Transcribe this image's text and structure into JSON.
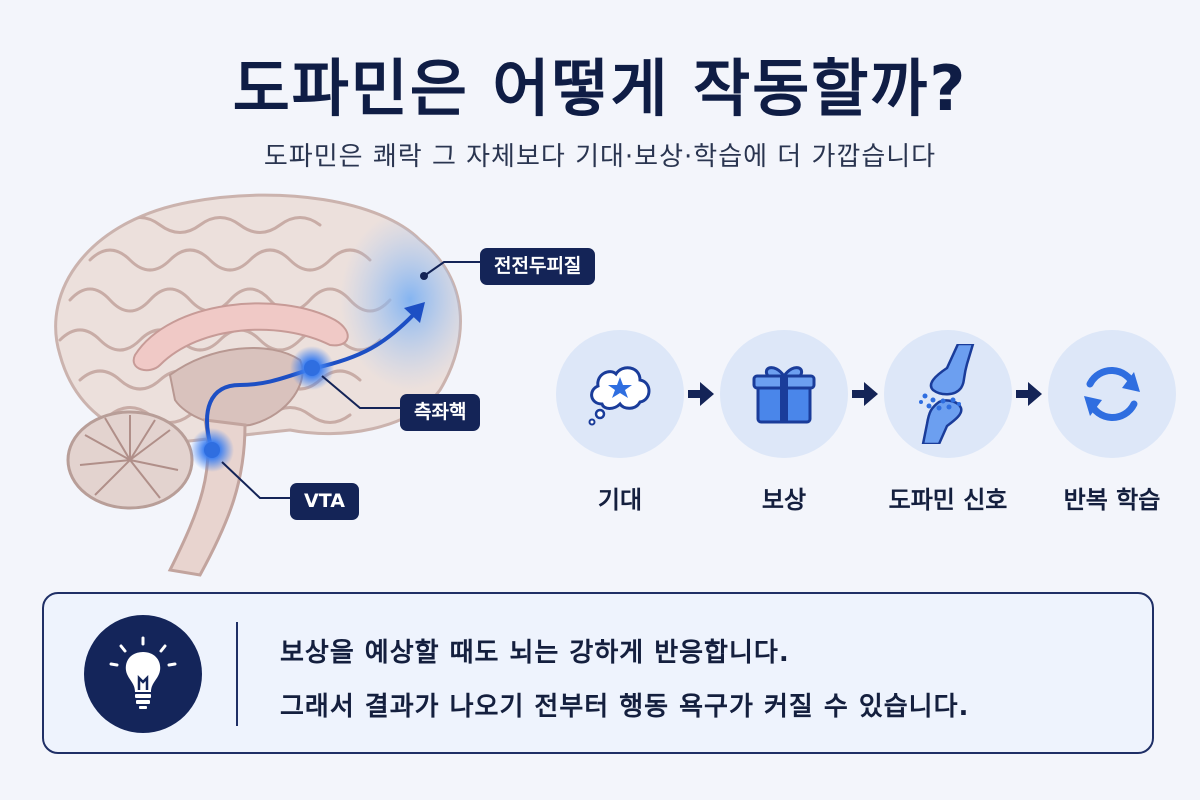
{
  "header": {
    "title": "도파민은 어떻게 작동할까?",
    "subtitle": "도파민은 쾌락 그 자체보다 기대·보상·학습에 더 가깝습니다"
  },
  "brain": {
    "labels": {
      "prefrontal": "전전두피질",
      "nucleus_accumbens": "측좌핵",
      "vta": "VTA"
    }
  },
  "flow": {
    "steps": [
      {
        "label": "기대",
        "icon": "thought-star-icon"
      },
      {
        "label": "보상",
        "icon": "gift-icon"
      },
      {
        "label": "도파민 신호",
        "icon": "synapse-icon"
      },
      {
        "label": "반복 학습",
        "icon": "cycle-arrows-icon"
      }
    ]
  },
  "tip": {
    "icon": "lightbulb-icon",
    "line1": "보상을 예상할 때도 뇌는 강하게 반응합니다.",
    "line2": "그래서 결과가 나오기 전부터 행동 욕구가 커질 수 있습니다."
  },
  "colors": {
    "navy": "#142457",
    "accent_blue": "#2f6ee0",
    "light_blue": "#dde7f8",
    "brain_pink": "#ead9d6"
  }
}
